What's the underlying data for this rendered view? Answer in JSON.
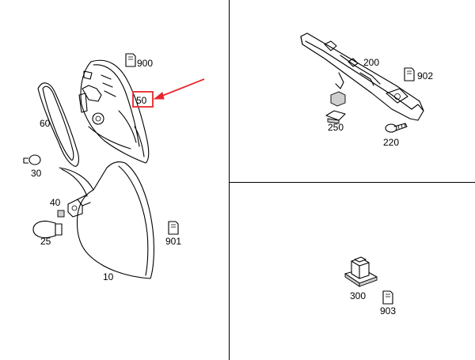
{
  "labels": {
    "p900": "900",
    "p50": "50",
    "p60": "60",
    "p30": "30",
    "p40": "40",
    "p25": "25",
    "p10": "10",
    "p901": "901",
    "p200": "200",
    "p902": "902",
    "p250": "250",
    "p220": "220",
    "p300": "300",
    "p903": "903"
  },
  "colors": {
    "highlight": "#e8262b",
    "line": "#000000",
    "background": "#ffffff"
  },
  "icons": [
    "document-tag-icon",
    "highlight-arrow-icon"
  ]
}
